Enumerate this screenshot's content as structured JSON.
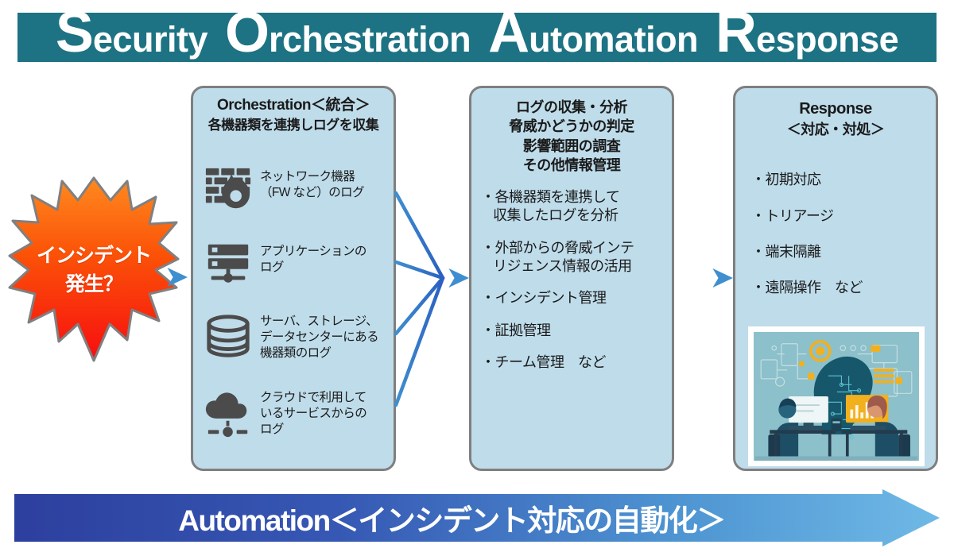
{
  "header": {
    "words": [
      {
        "cap": "S",
        "rest": "ecurity"
      },
      {
        "cap": "O",
        "rest": "rchestration"
      },
      {
        "cap": "A",
        "rest": "utomation"
      },
      {
        "cap": "R",
        "rest": "esponse"
      }
    ],
    "background_color": "#1d7383",
    "text_color": "#ffffff"
  },
  "incident": {
    "line1": "インシデント",
    "line2": "発生？",
    "gradient_from": "#ff7a18",
    "gradient_to": "#f50f0f",
    "outline_color": "#7f7f7f"
  },
  "orchestration": {
    "title": "Orchestration＜統合＞",
    "subtitle": "各機器類を連携しログを収集",
    "sources": [
      {
        "icon": "firewall-icon",
        "label_line1": "ネットワーク機器",
        "label_line2": "（FW など）のログ"
      },
      {
        "icon": "application-server-icon",
        "label_line1": "アプリケーションの",
        "label_line2": "ログ"
      },
      {
        "icon": "database-icon",
        "label_line1": "サーバ、ストレージ、",
        "label_line2": "データセンターにある",
        "label_line3": "機器類のログ"
      },
      {
        "icon": "cloud-icon",
        "label_line1": "クラウドで利用して",
        "label_line2": "いるサービスからの",
        "label_line3": "ログ"
      }
    ]
  },
  "analysis": {
    "heading": [
      "ログの収集・分析",
      "脅威かどうかの判定",
      "影響範囲の調査",
      "その他情報管理"
    ],
    "items": [
      {
        "first": "・各機器類を連携して",
        "second": "収集したログを分析"
      },
      {
        "first": "・外部からの脅威インテ",
        "second": "リジェンス情報の活用"
      },
      {
        "first": "・インシデント管理",
        "second": ""
      },
      {
        "first": "・証拠管理",
        "second": ""
      },
      {
        "first": "・チーム管理　など",
        "second": ""
      }
    ]
  },
  "response": {
    "title": "Response",
    "subtitle": "＜対応・対処＞",
    "items": [
      "・初期対応",
      "・トリアージ",
      "・端末隔離",
      "・遠隔操作　など"
    ],
    "illustration": "soc-ai-analysts-illustration"
  },
  "banner": {
    "label": "Automation＜インシデント対応の自動化＞",
    "gradient_from": "#2d4fa8",
    "gradient_to": "#62b1e3",
    "text_color": "#ffffff"
  },
  "connectors": {
    "color_light": "#3f8fd0",
    "color_dark": "#2b3fa0",
    "arrow_incident_to_orchestration": "arrow-right-icon",
    "arrow_orchestration_to_analysis": "arrow-right-icon",
    "arrow_analysis_to_response": "arrow-right-icon"
  }
}
